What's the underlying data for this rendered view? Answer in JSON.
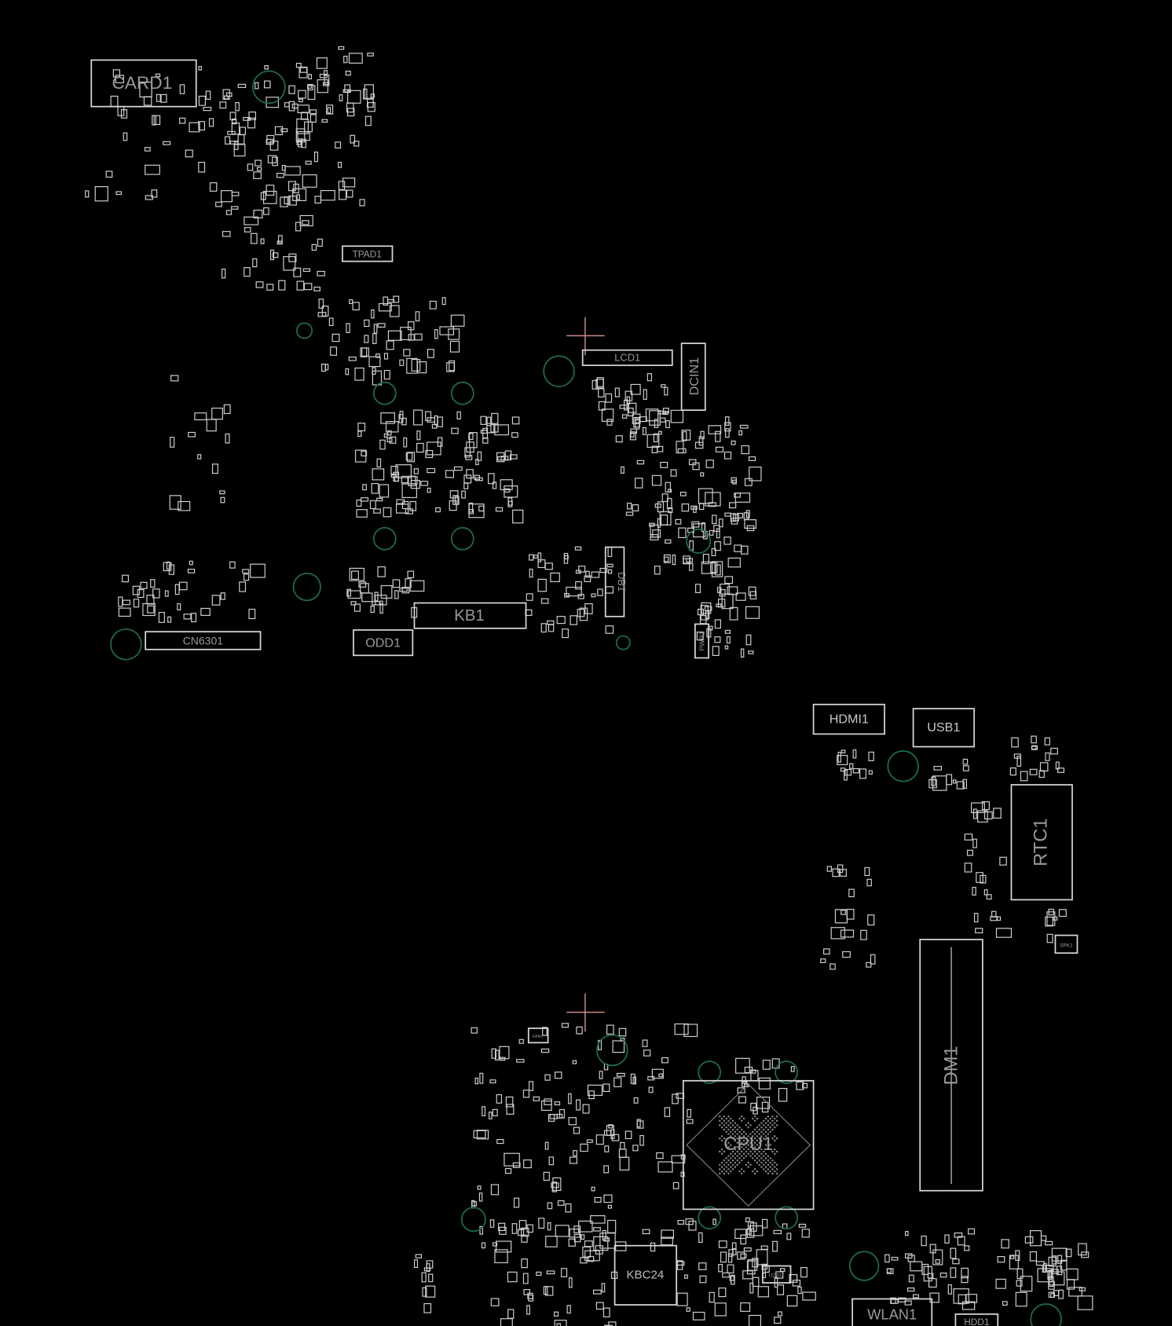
{
  "board": {
    "background": "#000000",
    "outline_color": "#d8d8d8",
    "hole_color": "#1f6b58",
    "crosshair_color": "#c98a8a",
    "components": {
      "card": "CARD1",
      "tpad": "TPAD1",
      "lcd": "LCD1",
      "dcin": "DCIN1",
      "cn6301": "CN6301",
      "odd": "ODD1",
      "kb": "KB1",
      "db": "DB1",
      "pwr": "PWR1",
      "hdmi": "HDMI1",
      "usb": "USB1",
      "rtc": "RTC1",
      "dm": "DM1",
      "cpu": "CPU1",
      "kbc": "KBC24",
      "wlan": "WLAN1",
      "hdd": "HDD1",
      "u2502": "U2502",
      "spk": "SPK1",
      "fan": "FAN1"
    }
  }
}
